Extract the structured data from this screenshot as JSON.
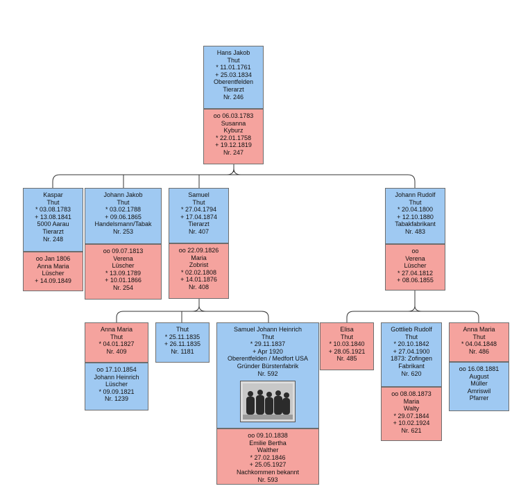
{
  "boxes": {
    "hans_jakob": [
      "Hans Jakob",
      "Thut",
      "* 11.01.1761",
      "+ 25.03.1834",
      "Oberentfelden",
      "Tierarzt",
      "Nr. 246"
    ],
    "susanna": [
      "oo 06.03.1783",
      "Susanna",
      "Kyburz",
      "* 22.01.1758",
      "+ 19.12.1819",
      "Nr. 247"
    ],
    "kaspar": [
      "Kaspar",
      "Thut",
      "* 03.08.1783",
      "+ 13.08.1841",
      "5000 Aarau",
      "Tierarzt",
      "Nr. 248"
    ],
    "kaspar_wife": [
      "oo Jan 1806",
      "Anna Maria",
      "Lüscher",
      "+ 14.09.1849"
    ],
    "johann_jakob": [
      "Johann Jakob",
      "Thut",
      "* 03.02.1788",
      "+ 09.06.1865",
      "Handelsmann/Tabak",
      "Nr. 253"
    ],
    "johann_jakob_wife": [
      "oo 09.07.1813",
      "Verena",
      "Lüscher",
      "* 13.09.1789",
      "+ 10.01.1866",
      "Nr. 254"
    ],
    "samuel": [
      "Samuel",
      "Thut",
      "* 27.04.1794",
      "+ 17.04.1874",
      "Tierarzt",
      "Nr. 407"
    ],
    "samuel_wife": [
      "oo 22.09.1826",
      "Maria",
      "Zobrist",
      "* 02.02.1808",
      "+ 14.01.1876",
      "Nr. 408"
    ],
    "johann_rudolf": [
      "Johann Rudolf",
      "Thut",
      "* 20.04.1800",
      "+ 12.10.1880",
      "Tabakfabrikant",
      "Nr. 483"
    ],
    "johann_rudolf_wife": [
      "oo",
      "Verena",
      "Lüscher",
      "* 27.04.1812",
      "+ 08.06.1855"
    ],
    "anna_maria_1827": [
      "Anna Maria",
      "Thut",
      "* 04.01.1827",
      "Nr. 409"
    ],
    "anna_maria_1827_husband": [
      "oo 17.10.1854",
      "Johann Heinrich",
      "Lüscher",
      "* 09.09.1821",
      "Nr. 1239"
    ],
    "thut_1835": [
      "Thut",
      "* 25.11.1835",
      "+ 26.11.1835",
      "Nr. 1181"
    ],
    "samuel_johann_heinrich": [
      "Samuel Johann Heinrich",
      "Thut",
      "* 29.11.1837",
      "+ Apr 1920",
      "Oberentfelden / Medfort USA",
      "Gründer Bürstenfabrik",
      "Nr. 592"
    ],
    "emilie_bertha": [
      "oo 09.10.1838",
      "Emilie Bertha",
      "Walther",
      "* 27.02.1846",
      "+ 25.05.1927",
      "Nachkommen bekannt",
      "Nr. 593"
    ],
    "elisa": [
      "Elisa",
      "Thut",
      "* 10.03.1840",
      "+ 28.05.1921",
      "Nr. 485"
    ],
    "gottlieb_rudolf": [
      "Gottlieb Rudolf",
      "Thut",
      "* 20.10.1842",
      "+ 27.04.1900",
      "1873: Zofingen",
      "Fabrikant",
      "Nr. 620"
    ],
    "gottlieb_rudolf_wife": [
      "oo 08.08.1873",
      "Maria",
      "Walty",
      "* 29.07.1844",
      "+ 10.02.1924",
      "Nr. 621"
    ],
    "anna_maria_1848": [
      "Anna Maria",
      "Thut",
      "* 04.04.1848",
      "Nr. 486"
    ],
    "anna_maria_1848_husband": [
      "oo 16.08.1881",
      "August",
      "Müller",
      "Amriswil",
      "Pfarrer"
    ]
  },
  "colors": {
    "male": "#9fc9f2",
    "female": "#f5a39e",
    "connector": "#333333"
  }
}
